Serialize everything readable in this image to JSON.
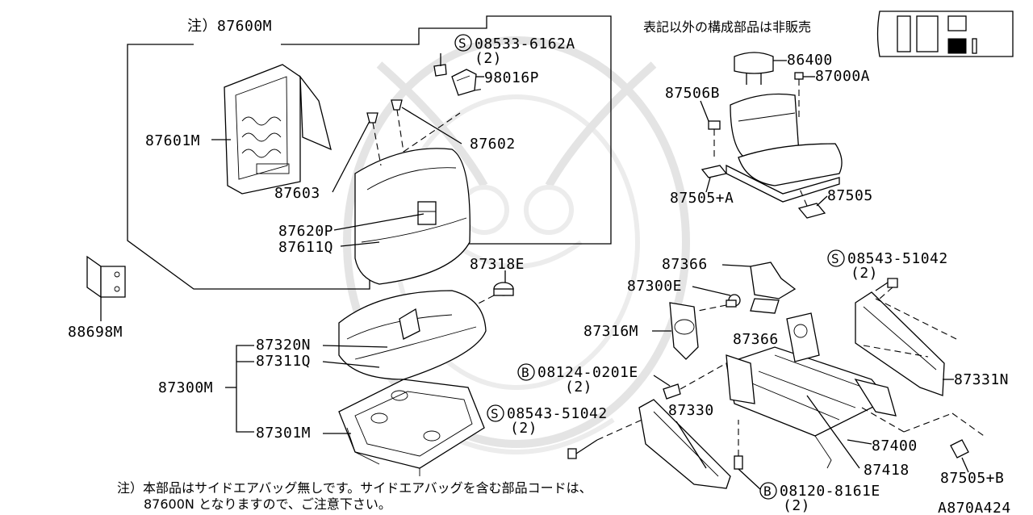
{
  "notes": {
    "top_note": "表記以外の構成部品は非販売",
    "bottom_note_line1": "注）本部品はサイドエアバッグ無しです。サイドエアバッグを含む部品コードは、",
    "bottom_note_line2": "87600N となりますので、ご注意下さい。",
    "diagram_code": "A870A424"
  },
  "labels": {
    "p87600M": "注）87600M",
    "p08533": "08533-6162A",
    "p08533_qty": "(2)",
    "p98016P": "98016P",
    "p87601M": "87601M",
    "p87602": "87602",
    "p87603": "87603",
    "p87620P": "87620P",
    "p87611Q": "87611Q",
    "p88698M": "88698M",
    "p87318E": "87318E",
    "p87320N": "87320N",
    "p87311Q": "87311Q",
    "p87300M": "87300M",
    "p87301M": "87301M",
    "p08543a": "08543-51042",
    "p08543a_qty": "(2)",
    "p86400": "86400",
    "p87000A": "87000A",
    "p87506B": "87506B",
    "p87505A": "87505+A",
    "p87505": "87505",
    "p87366a": "87366",
    "p87300E": "87300E",
    "p87316M": "87316M",
    "p87366b": "87366",
    "p08543b": "08543-51042",
    "p08543b_qty": "(2)",
    "p08124": "08124-0201E",
    "p08124_qty": "(2)",
    "p87331N": "87331N",
    "p87330": "87330",
    "p87400": "87400",
    "p87418": "87418",
    "p08120": "08120-8161E",
    "p08120_qty": "(2)",
    "p87505B": "87505+B"
  },
  "symbols": {
    "screw": "S",
    "bolt": "B"
  }
}
